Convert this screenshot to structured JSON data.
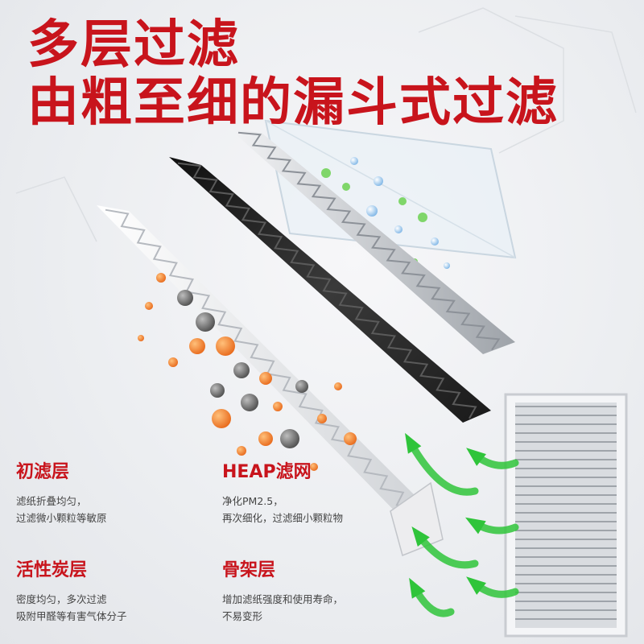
{
  "headline": {
    "line1": "多层过滤",
    "line2": "由粗至细的漏斗式过滤"
  },
  "layers": [
    {
      "title": "初滤层",
      "desc_line1": "滤纸折叠均匀，",
      "desc_line2": "过滤微小颗粒等敏原"
    },
    {
      "title": "HEAP滤网",
      "desc_line1": "净化PM2.5，",
      "desc_line2": "再次细化，过滤细小颗粒物"
    },
    {
      "title": "活性炭层",
      "desc_line1": "密度均匀，多次过滤",
      "desc_line2": "吸附甲醛等有害气体分子"
    },
    {
      "title": "骨架层",
      "desc_line1": "增加滤纸强度和使用寿命，",
      "desc_line2": "不易变形"
    }
  ],
  "colors": {
    "accent_red": "#c8141c",
    "airflow_green": "#2fc43a",
    "particle_orange": "#f07a2a",
    "particle_gray": "#6e6e6e",
    "carbon_dark": "#1e1e1e"
  },
  "icons": [
    "airflow-arrow-icon",
    "particle-icon",
    "filter-cartridge-icon"
  ]
}
